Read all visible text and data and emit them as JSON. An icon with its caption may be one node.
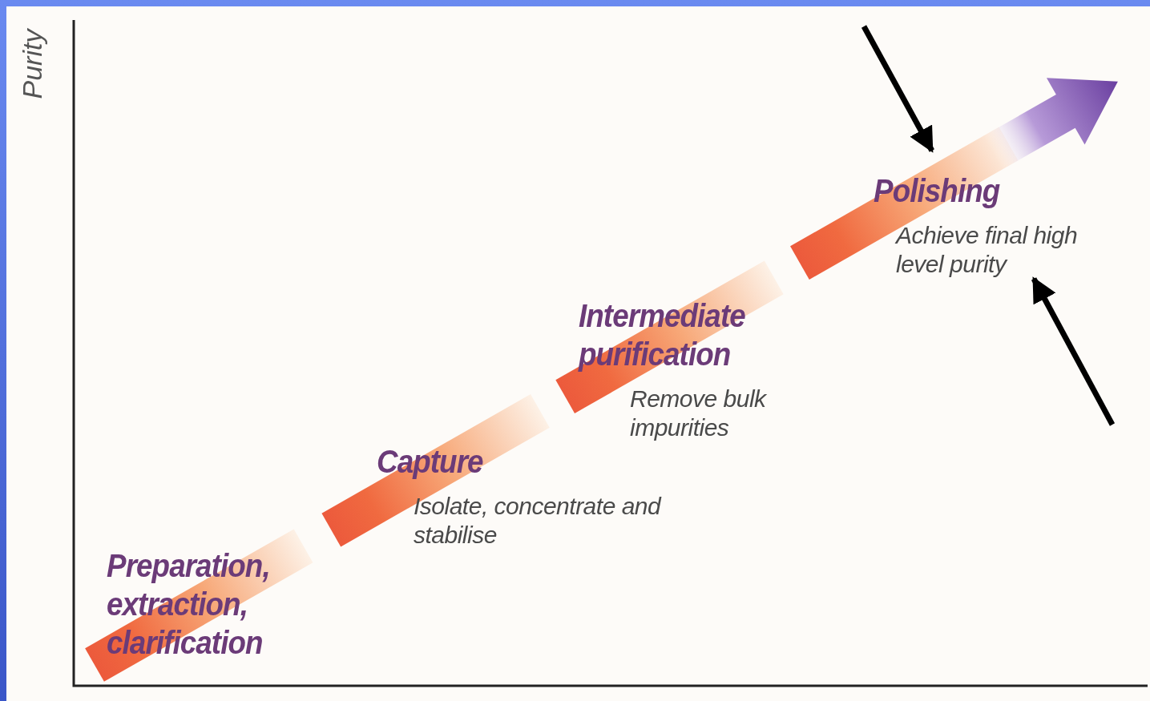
{
  "diagram": {
    "nodes": [
      {
        "text": [
          "Preparation, extraction, clarification"
        ]
      },
      {
        "text": [
          "Capture",
          "Isolate, concentrate and stabilise"
        ]
      },
      {
        "text": [
          "Intermediate purification",
          "Remove bulk impurities"
        ]
      },
      {
        "text": [
          "Polishing",
          "Achieve final high level purity"
        ]
      },
      {
        "text": [],
        "shape": "arrow"
      }
    ],
    "edges": [
      {
        "from": null,
        "to": 4,
        "arrow": "to"
      },
      {
        "from": null,
        "to": 3,
        "arrow": "to"
      }
    ],
    "labels": [
      "Purity"
    ]
  }
}
